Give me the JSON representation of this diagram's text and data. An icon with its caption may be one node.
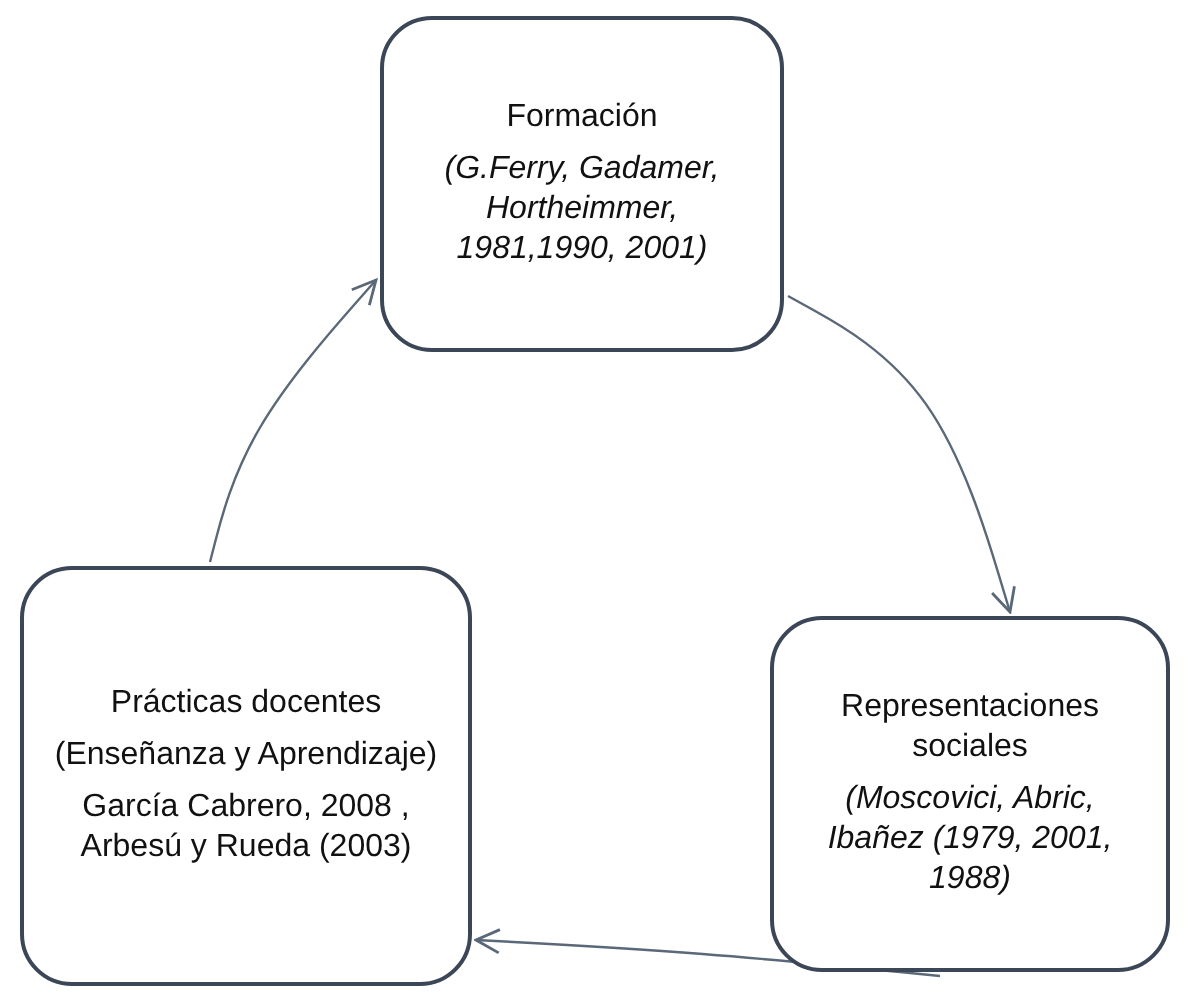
{
  "diagram": {
    "nodes": [
      {
        "text": [
          "Formación",
          "(G.Ferry, Gadamer, Hortheimmer, 1981,1990, 2001)"
        ]
      },
      {
        "text": [
          "Prácticas docentes",
          "(Enseñanza y Aprendizaje)",
          "García Cabrero, 2008 , Arbesú y Rueda (2003)"
        ]
      },
      {
        "text": [
          "Representaciones sociales",
          "(Moscovici, Abric, Ibañez (1979, 2001, 1988)"
        ]
      }
    ],
    "edges": [
      {
        "from": 0,
        "to": 2,
        "arrow": "to"
      },
      {
        "from": 2,
        "to": 1,
        "arrow": "to"
      },
      {
        "from": 1,
        "to": 0,
        "arrow": "to"
      }
    ]
  }
}
